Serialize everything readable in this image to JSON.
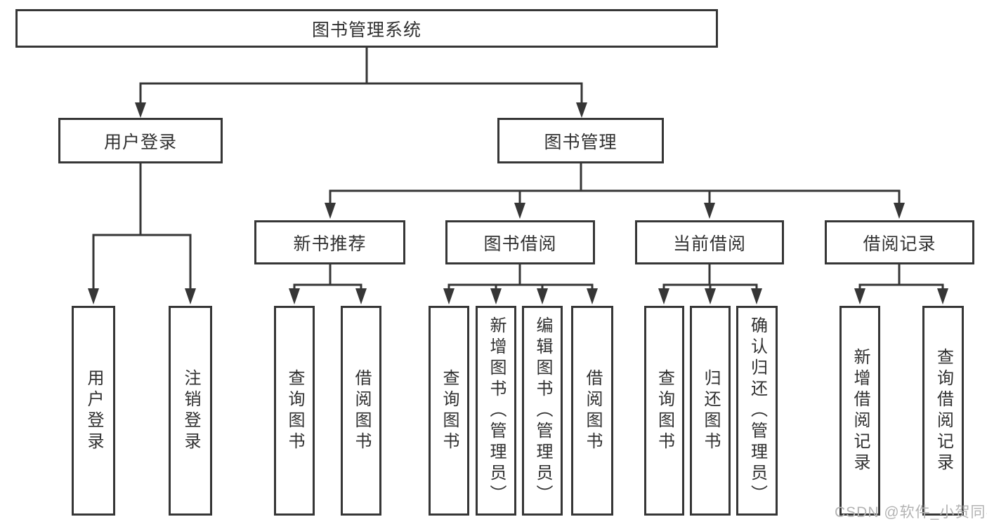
{
  "tree": {
    "root": "图书管理系统",
    "branches": [
      {
        "label": "用户登录",
        "children": [
          {
            "label": "用户登录"
          },
          {
            "label": "注销登录"
          }
        ]
      },
      {
        "label": "图书管理",
        "children": [
          {
            "label": "新书推荐",
            "children": [
              {
                "label": "查询图书"
              },
              {
                "label": "借阅图书"
              }
            ]
          },
          {
            "label": "图书借阅",
            "children": [
              {
                "label": "查询图书"
              },
              {
                "label": "新增图书（管理员）"
              },
              {
                "label": "编辑图书（管理员）"
              },
              {
                "label": "借阅图书"
              }
            ]
          },
          {
            "label": "当前借阅",
            "children": [
              {
                "label": "查询图书"
              },
              {
                "label": "归还图书"
              },
              {
                "label": "确认归还（管理员）"
              }
            ]
          },
          {
            "label": "借阅记录",
            "children": [
              {
                "label": "新增借阅记录"
              },
              {
                "label": "查询借阅记录"
              }
            ]
          }
        ]
      }
    ]
  },
  "watermark": "CSDN @软件_小贺同学",
  "colors": {
    "line": "#363636",
    "text": "#303030",
    "watermark": "#b3b3b3",
    "bg": "#ffffff"
  }
}
